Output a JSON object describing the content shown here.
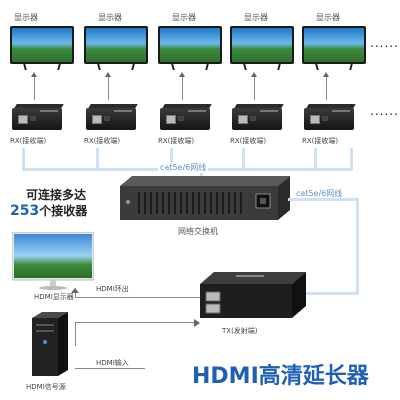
{
  "displays": {
    "label": "显示器",
    "ellipsis": "......"
  },
  "receivers": {
    "label": "RX(接收端)"
  },
  "cable_top": "cat5e/6网线",
  "cable_right": "cat5e/6网线",
  "promo": {
    "line1": "可连接多达",
    "count": "253",
    "line2": "个接收器"
  },
  "switch_label": "网络交换机",
  "hdmi_loop_out": "HDMI环出",
  "hdmi_display": "HDMI显示器",
  "hdmi_in": "HDMI输入",
  "hdmi_source": "HDMI信号源",
  "tx_label": "TX(发射端)",
  "product_title": "HDMI高清延长器",
  "colors": {
    "accent_blue": "#1f5fb5",
    "cable_blue": "#cfe2f5"
  }
}
